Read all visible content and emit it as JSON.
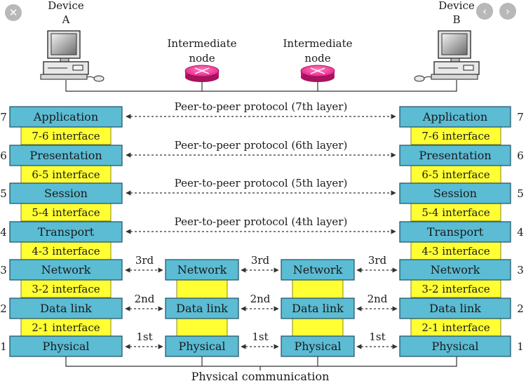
{
  "device_a": {
    "line1": "Device",
    "line2": "A"
  },
  "device_b": {
    "line1": "Device",
    "line2": "B"
  },
  "intermediate_node_1": {
    "line1": "Intermediate",
    "line2": "node"
  },
  "intermediate_node_2": {
    "line1": "Intermediate",
    "line2": "node"
  },
  "layers": [
    {
      "num": "7",
      "name": "Application"
    },
    {
      "num": "6",
      "name": "Presentation"
    },
    {
      "num": "5",
      "name": "Session"
    },
    {
      "num": "4",
      "name": "Transport"
    },
    {
      "num": "3",
      "name": "Network"
    },
    {
      "num": "2",
      "name": "Data link"
    },
    {
      "num": "1",
      "name": "Physical"
    }
  ],
  "interfaces": [
    "7-6 interface",
    "6-5 interface",
    "5-4 interface",
    "4-3 interface",
    "3-2 interface",
    "2-1 interface"
  ],
  "peer_protocols": [
    "Peer-to-peer protocol (7th layer)",
    "Peer-to-peer protocol (6th layer)",
    "Peer-to-peer protocol (5th layer)",
    "Peer-to-peer protocol (4th layer)"
  ],
  "hop_labels": {
    "network": "3rd",
    "data_link": "2nd",
    "physical": "1st"
  },
  "intermediate_layers": [
    "Network",
    "Data link",
    "Physical"
  ],
  "bottom_label": "Physical communication",
  "colors": {
    "layer_box": "#5bbcd4",
    "interface": "#ffff33",
    "router": "#e8238a"
  },
  "icons": {
    "close": "close-icon",
    "back": "chevron-left-icon",
    "forward": "chevron-right-icon"
  }
}
